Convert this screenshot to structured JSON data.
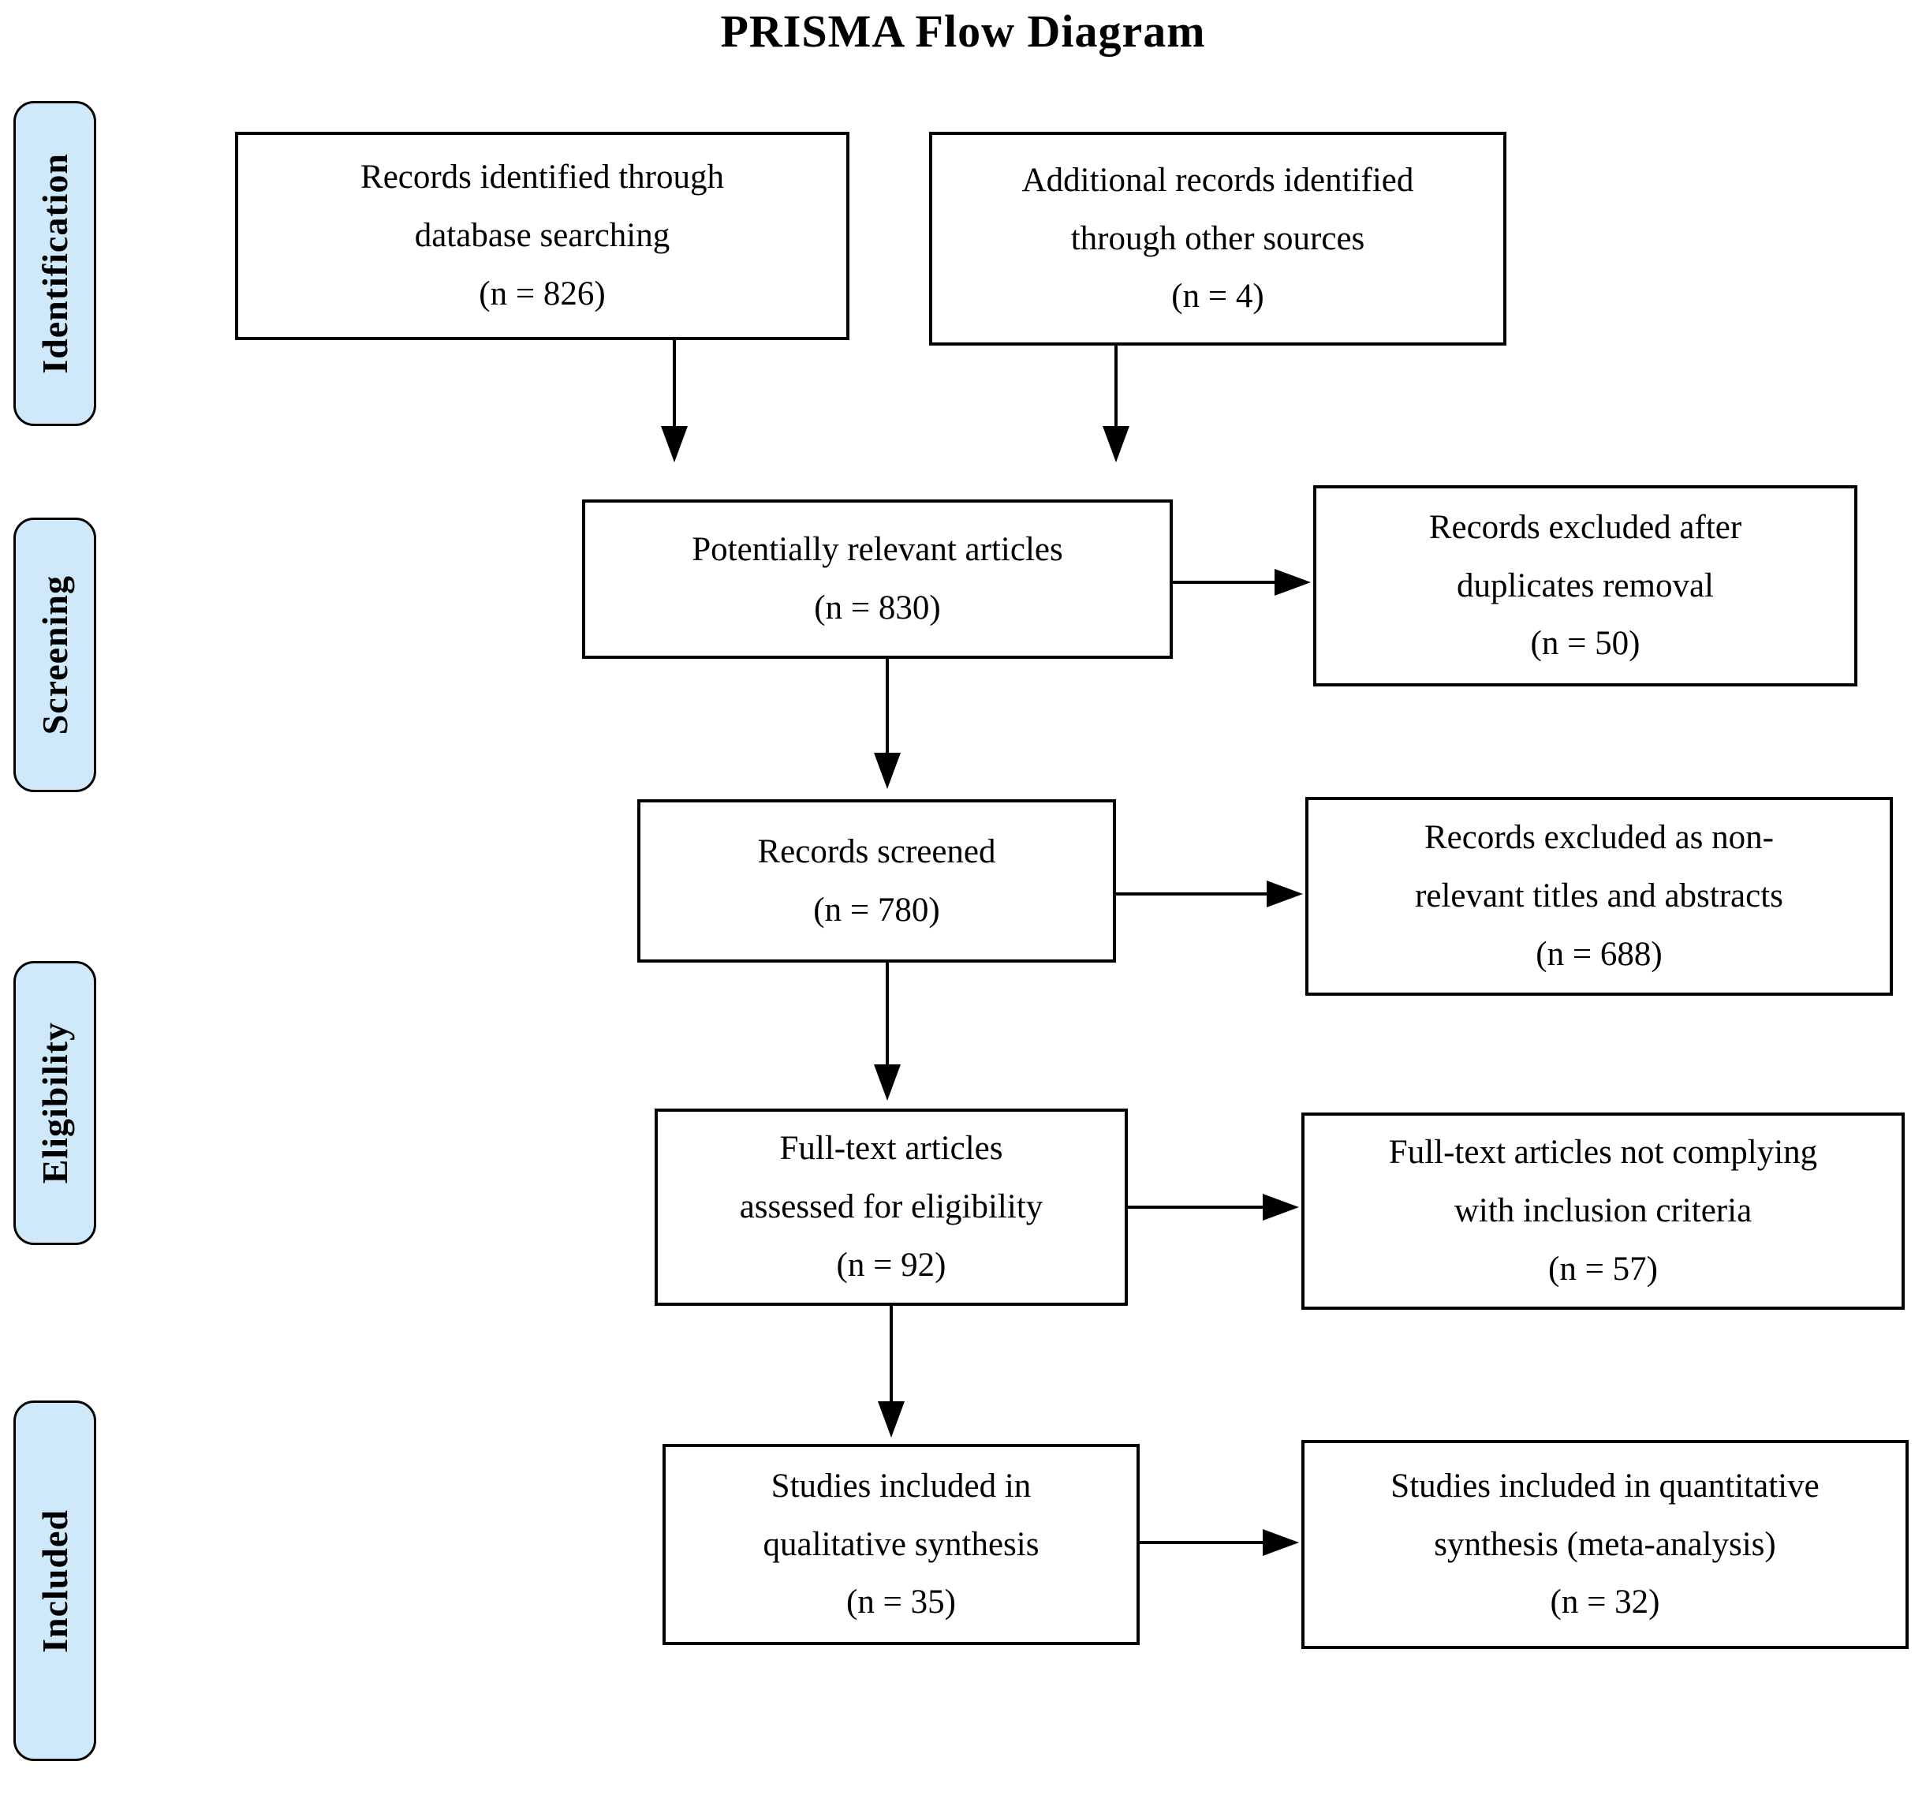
{
  "title": "PRISMA Flow Diagram",
  "colors": {
    "stage_fill": "#cfe8fa",
    "line": "#000000",
    "box_fill": "#ffffff"
  },
  "stages": [
    {
      "label": "Identification"
    },
    {
      "label": "Screening"
    },
    {
      "label": "Eligibility"
    },
    {
      "label": "Included"
    }
  ],
  "boxes": {
    "records_identified": {
      "lines": [
        "Records identified through",
        "database searching",
        "(n = 826)"
      ]
    },
    "additional_records": {
      "lines": [
        "Additional records identified",
        "through other sources",
        "(n = 4)"
      ]
    },
    "potentially_relevant": {
      "lines": [
        "Potentially relevant articles",
        "(n = 830)"
      ]
    },
    "duplicates_removed": {
      "lines": [
        "Records excluded after",
        "duplicates removal",
        "(n = 50)"
      ]
    },
    "records_screened": {
      "lines": [
        "Records screened",
        "(n = 780)"
      ]
    },
    "nonrelevant_excluded": {
      "lines": [
        "Records excluded as non-",
        "relevant titles and abstracts",
        "(n = 688)"
      ]
    },
    "fulltext_assessed": {
      "lines": [
        "Full-text articles",
        "assessed for eligibility",
        "(n = 92)"
      ]
    },
    "fulltext_excluded": {
      "lines": [
        "Full-text articles not complying",
        "with inclusion criteria",
        "(n = 57)"
      ]
    },
    "qualitative_synthesis": {
      "lines": [
        "Studies included in",
        "qualitative synthesis",
        "(n = 35)"
      ]
    },
    "quantitative_synthesis": {
      "lines": [
        "Studies included in quantitative",
        "synthesis (meta-analysis)",
        "(n = 32)"
      ]
    }
  }
}
